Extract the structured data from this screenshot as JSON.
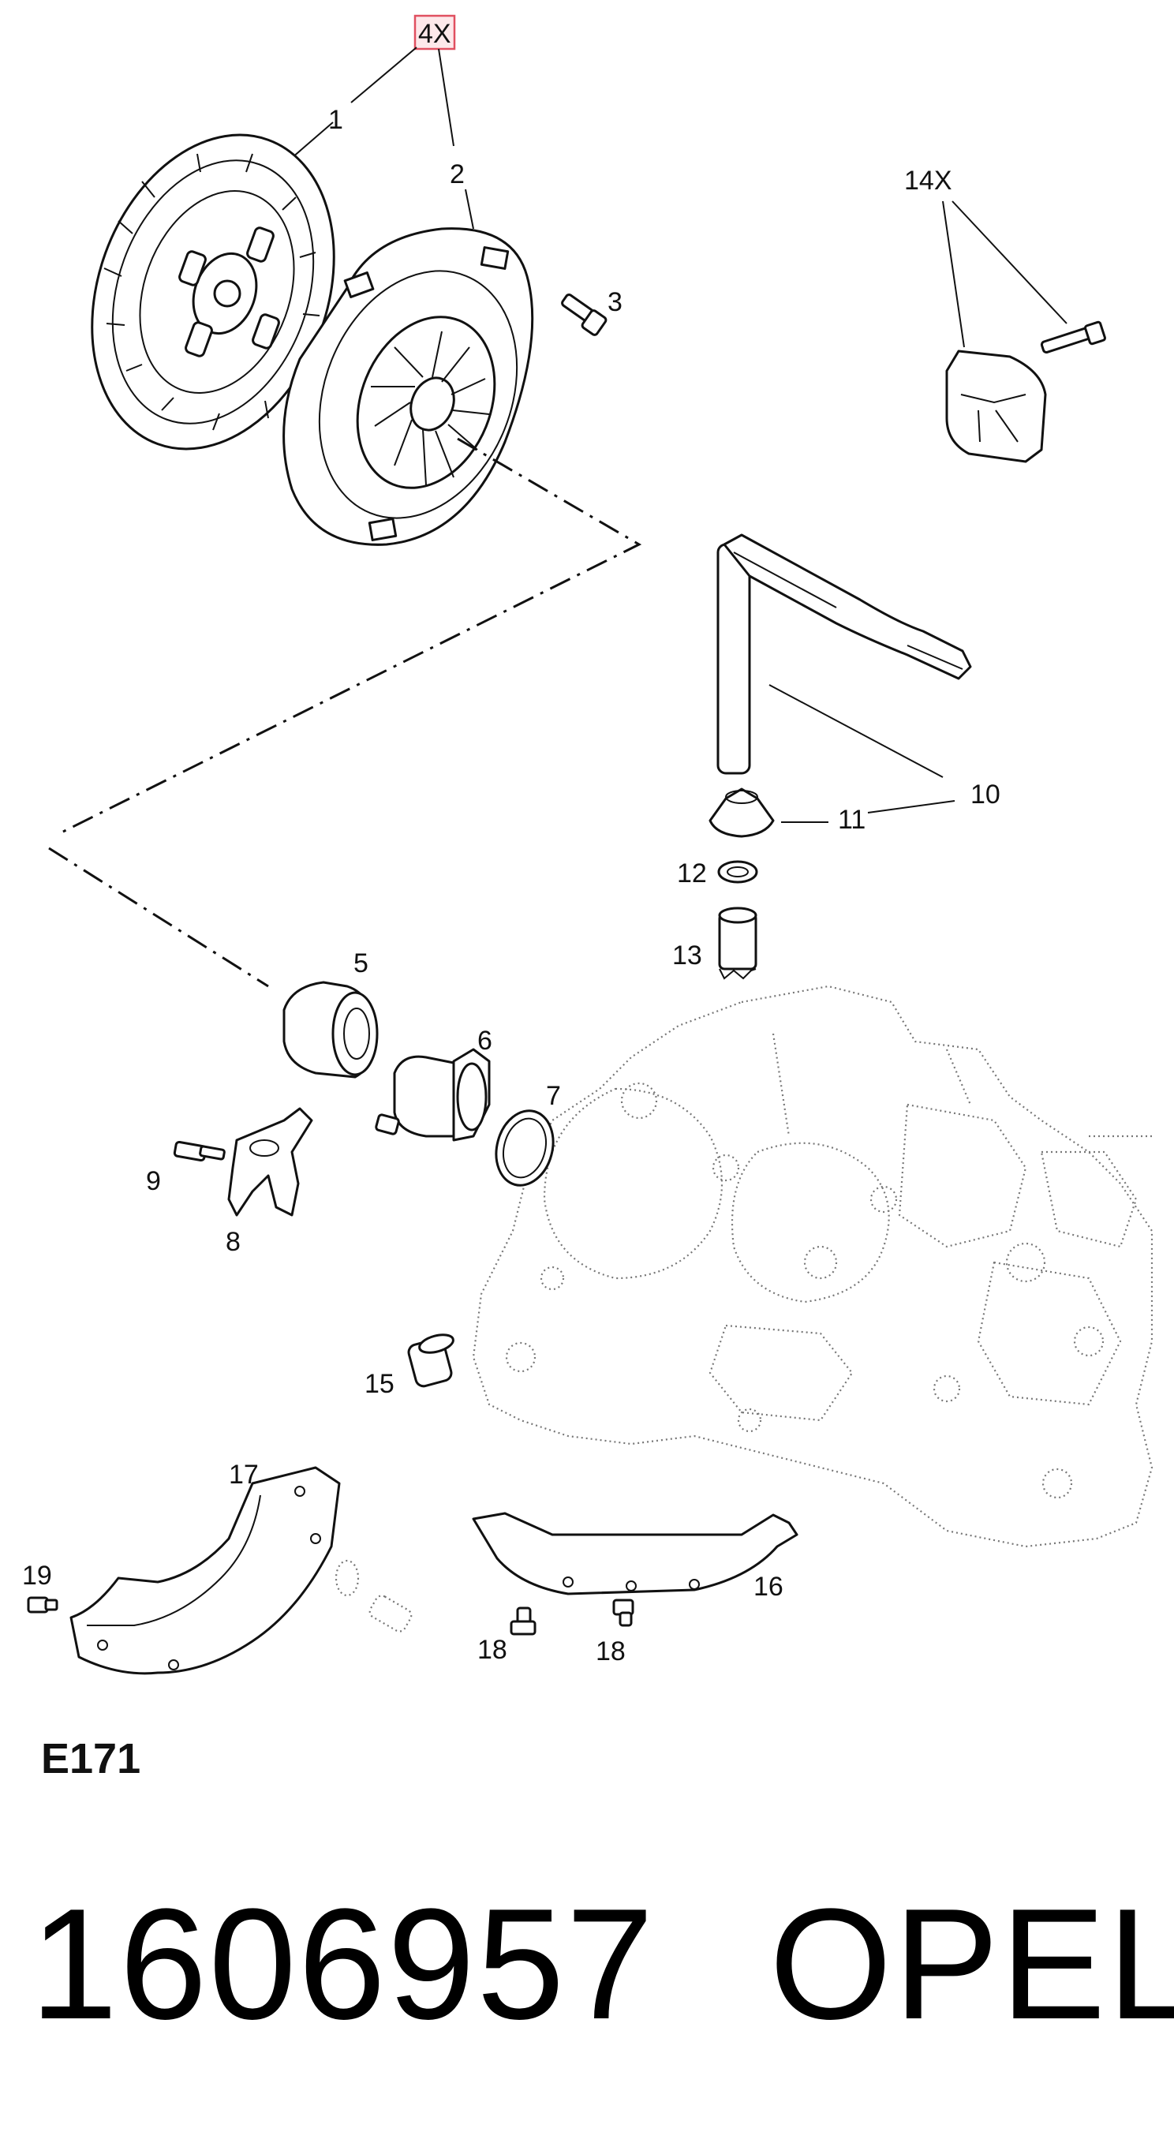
{
  "callouts": {
    "qty_4x": "4X",
    "p1": "1",
    "p2": "2",
    "p3": "3",
    "qty_14x": "14X",
    "p5": "5",
    "p6": "6",
    "p7": "7",
    "p8": "8",
    "p9": "9",
    "p10": "10",
    "p11": "11",
    "p12": "12",
    "p13": "13",
    "p15": "15",
    "p16": "16",
    "p17": "17",
    "p18a": "18",
    "p18b": "18",
    "p19": "19"
  },
  "diagram_code": "E171",
  "part_number": "1606957",
  "brand": "OPEL",
  "colors": {
    "ink": "#111111",
    "highlight_box": "#e05060",
    "transmission_dots": "#777777"
  }
}
